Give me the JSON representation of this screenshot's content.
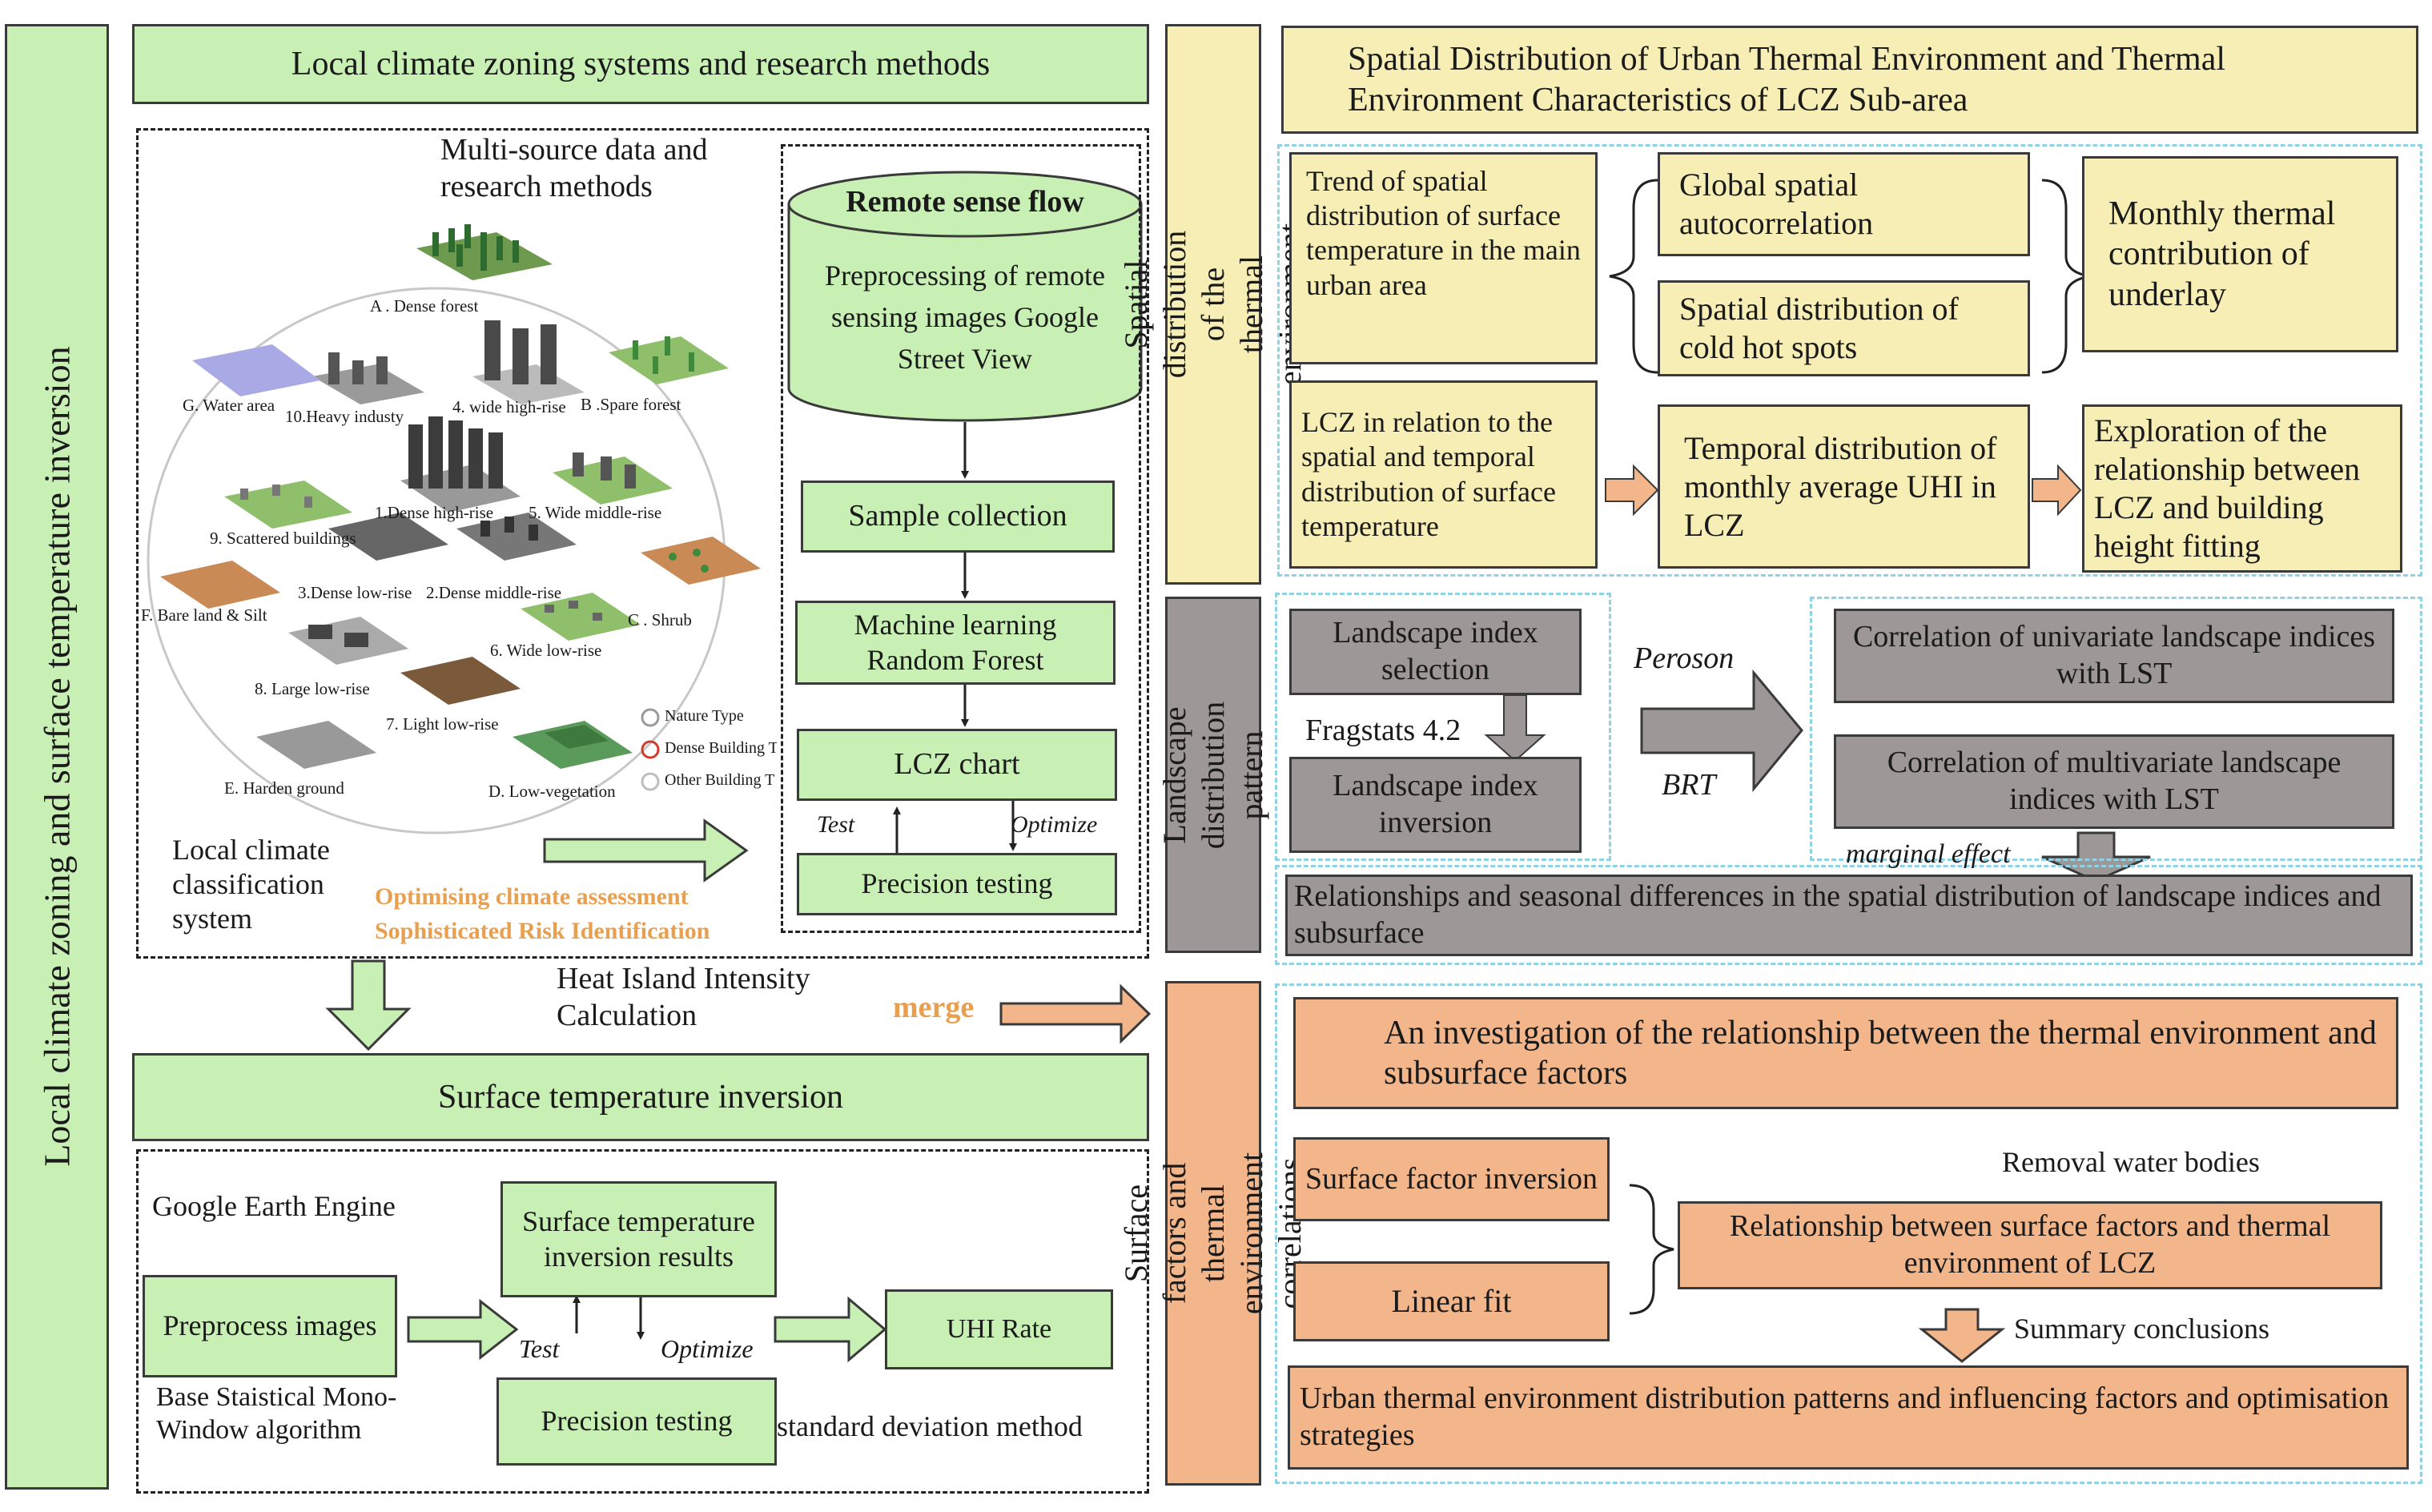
{
  "left_column": {
    "vertical_title": "Local climate zoning and surface temperature inversion",
    "lcz_header": "Local climate zoning systems and research methods",
    "multi_source": "Multi-source data and research methods",
    "lcz_classes": {
      "a": "A . Dense forest",
      "b": "B .Spare forest",
      "c": "C . Shrub",
      "d": "D. Low-vegetation",
      "e": "E. Harden ground",
      "f": "F. Bare land & Silt",
      "g": "G. Water area",
      "c1": "1.Dense high-rise",
      "c2": "2.Dense middle-rise",
      "c3": "3.Dense low-rise",
      "c4": "4. wide high-rise",
      "c5": "5. Wide middle-rise",
      "c6": "6. Wide low-rise",
      "c7": "7. Light low-rise",
      "c8": "8. Large low-rise",
      "c9": "9. Scattered buildings",
      "c10": "10.Heavy industy"
    },
    "legend": [
      "Nature Type",
      "Dense Building T",
      "Other Building T"
    ],
    "legend_colors": [
      "#9a9a9a",
      "#d23a2a",
      "#bdbdbd"
    ],
    "lcs_label": "Local climate classification system",
    "optimising": "Optimising climate assessment",
    "risk": "Sophisticated Risk Identification",
    "remote_sense_title": "Remote sense flow",
    "remote_sense_body": "Preprocessing of remote sensing images Google Street View",
    "sample_collection": "Sample collection",
    "machine_learning": "Machine learning Random Forest",
    "lcz_chart": "LCZ chart",
    "test": "Test",
    "optimize": "Optimize",
    "precision_testing": "Precision testing",
    "heat_island": "Heat Island Intensity Calculation",
    "merge": "merge",
    "surface_temp_inversion": "Surface temperature inversion",
    "gee": "Google Earth Engine",
    "preprocess_images": "Preprocess images",
    "inversion_results": "Surface temperature inversion results",
    "test2": "Test",
    "optimize2": "Optimize",
    "precision_testing2": "Precision testing",
    "uhi_rate": "UHI Rate",
    "mono_window": "Base Staistical Mono-Window algorithm",
    "std_method": "standard deviation method"
  },
  "section1": {
    "side_label": "Spatial distribution of the thermal environment",
    "header": "Spatial Distribution of Urban Thermal Environment and Thermal Environment Characteristics of LCZ Sub-area",
    "trend": "Trend of spatial distribution of surface temperature in the main urban area",
    "global_autocorr": "Global spatial autocorrelation",
    "cold_hot": "Spatial distribution of cold hot spots",
    "monthly_contribution": "Monthly thermal contribution of underlay",
    "lcz_relation": "LCZ in relation to the spatial and temporal distribution of surface temperature",
    "temporal_uhi": "Temporal distribution of monthly average UHI in LCZ",
    "exploration": "Exploration of the relationship between LCZ and building height fitting"
  },
  "section2": {
    "side_label": "Landscape distribution pattern",
    "index_selection": "Landscape index selection",
    "fragstats": "Fragstats 4.2",
    "index_inversion": "Landscape index inversion",
    "peroson": "Peroson",
    "brt": "BRT",
    "univariate": "Correlation of univariate landscape indices with LST",
    "multivariate": "Correlation of multivariate landscape indices with LST",
    "marginal": "marginal effect",
    "relationships": "Relationships and seasonal differences in the spatial distribution of landscape indices and subsurface"
  },
  "section3": {
    "side_label": "Surface factors and thermal environment correlations",
    "investigation": "An investigation of the relationship between the thermal environment and subsurface factors",
    "surface_factor_inversion": "Surface factor inversion",
    "linear_fit": "Linear fit",
    "removal": "Removal water bodies",
    "relationship_lcz": "Relationship between surface factors and thermal environment of LCZ",
    "summary": "Summary conclusions",
    "final": "Urban thermal environment distribution patterns and influencing factors and optimisation strategies"
  },
  "colors": {
    "green": "#c8efb4",
    "yellow": "#f7eeb6",
    "gray": "#9d9797",
    "orange": "#f2b68a",
    "cyan_dash": "#8ed2e3",
    "highlight_orange": "#e8a050"
  }
}
